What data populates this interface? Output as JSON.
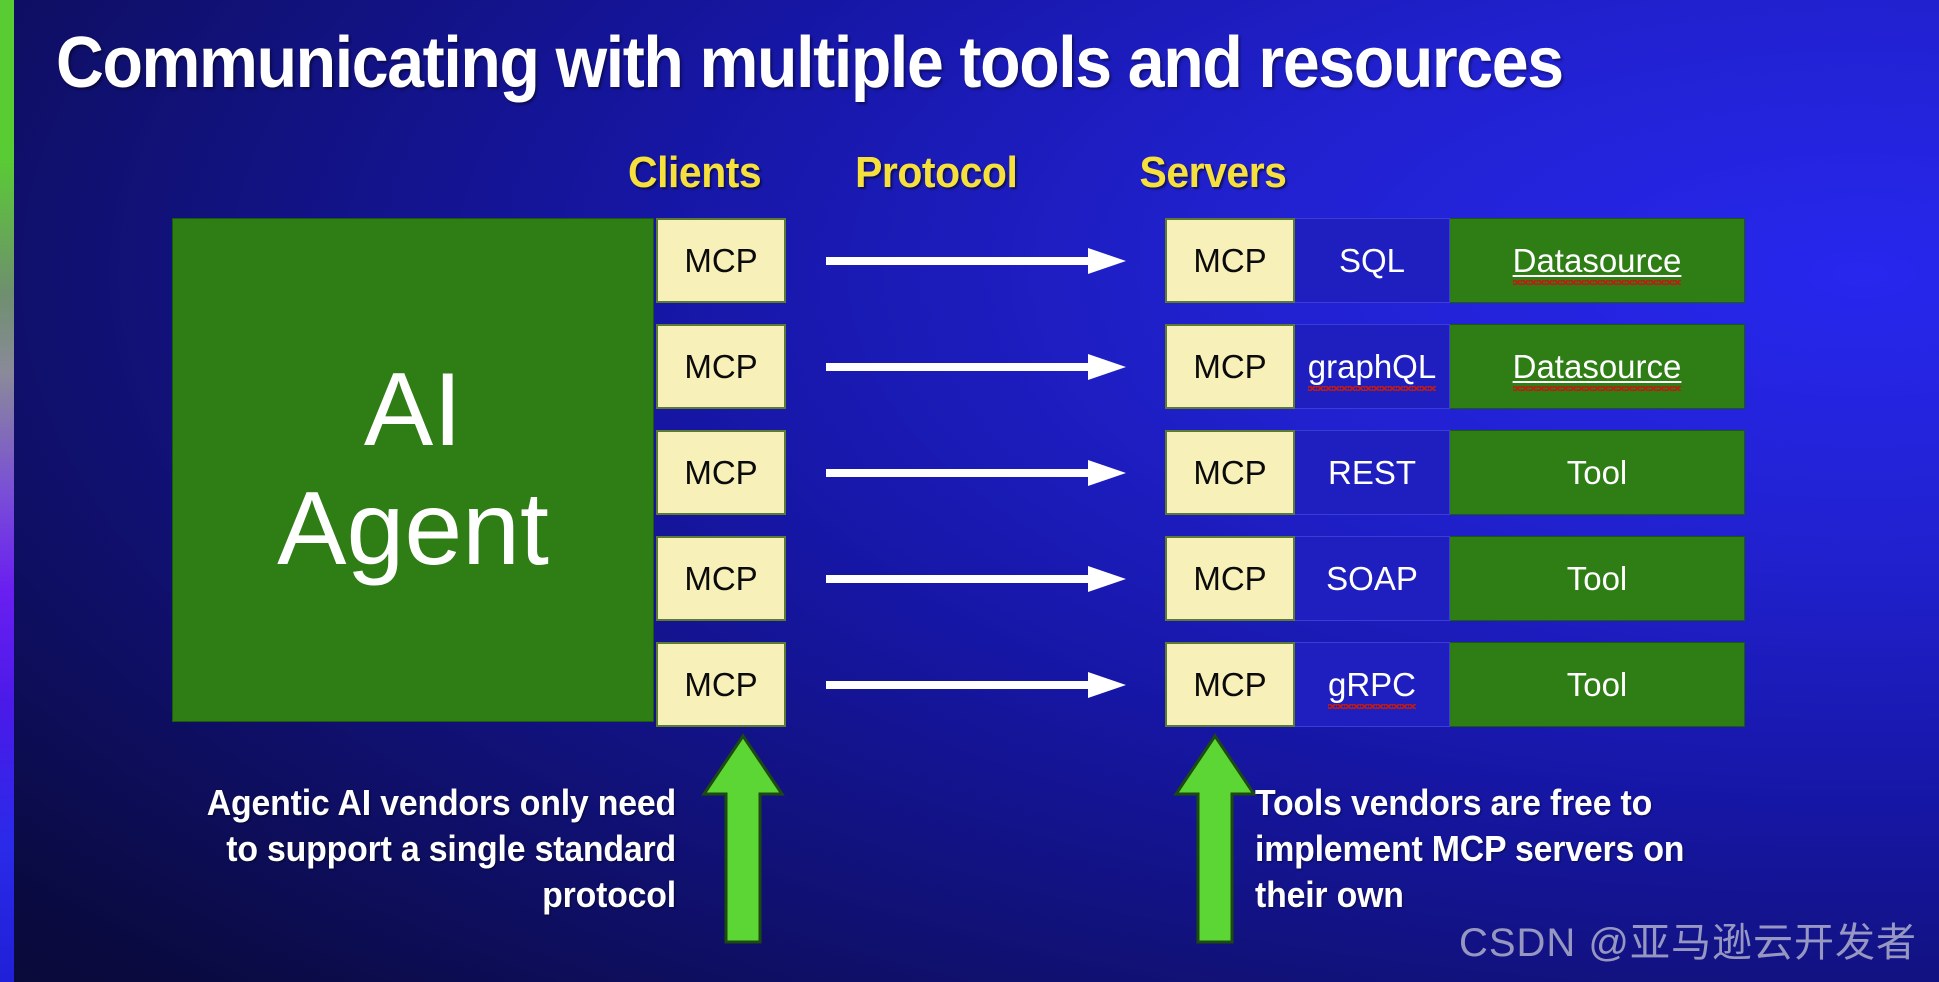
{
  "slide": {
    "title": "Communicating with multiple tools and resources",
    "watermark": "CSDN @亚马逊云开发者",
    "colors": {
      "title_text": "#ffffff",
      "header_yellow": "#f5e03c",
      "green_block": "#2f7d15",
      "mcp_cream": "#f7f0b8",
      "protocol_blue": "#1f1fbf",
      "arrow_green": "#5cd634",
      "background_deep_blue": "#1616a4",
      "background_navy": "#0a0a40",
      "spellcheck_red": "#c21b12"
    }
  },
  "headers": {
    "clients": "Clients",
    "protocol": "Protocol",
    "servers": "Servers"
  },
  "agent": {
    "line1": "AI",
    "line2": "Agent"
  },
  "clients": [
    {
      "label": "MCP"
    },
    {
      "label": "MCP"
    },
    {
      "label": "MCP"
    },
    {
      "label": "MCP"
    },
    {
      "label": "MCP"
    }
  ],
  "arrows": [
    {
      "name": "protocol-arrow-1",
      "direction": "right"
    },
    {
      "name": "protocol-arrow-2",
      "direction": "right"
    },
    {
      "name": "protocol-arrow-3",
      "direction": "right"
    },
    {
      "name": "protocol-arrow-4",
      "direction": "right"
    },
    {
      "name": "protocol-arrow-5",
      "direction": "right"
    }
  ],
  "servers": [
    {
      "mcp": "MCP",
      "protocol": "SQL",
      "protocol_spellcheck": false,
      "target": "Datasource",
      "target_spellcheck": true,
      "target_underline": true
    },
    {
      "mcp": "MCP",
      "protocol": "graphQL",
      "protocol_spellcheck": true,
      "target": "Datasource",
      "target_spellcheck": true,
      "target_underline": true
    },
    {
      "mcp": "MCP",
      "protocol": "REST",
      "protocol_spellcheck": false,
      "target": "Tool",
      "target_spellcheck": false,
      "target_underline": false
    },
    {
      "mcp": "MCP",
      "protocol": "SOAP",
      "protocol_spellcheck": false,
      "target": "Tool",
      "target_spellcheck": false,
      "target_underline": false
    },
    {
      "mcp": "MCP",
      "protocol": "gRPC",
      "protocol_spellcheck": true,
      "target": "Tool",
      "target_spellcheck": false,
      "target_underline": false
    }
  ],
  "captions": {
    "left": {
      "lines": [
        "Agentic AI vendors only need",
        "to support a single standard",
        "protocol"
      ]
    },
    "right": {
      "lines": [
        "Tools vendors are free to",
        "implement MCP servers on",
        "their own"
      ]
    }
  }
}
